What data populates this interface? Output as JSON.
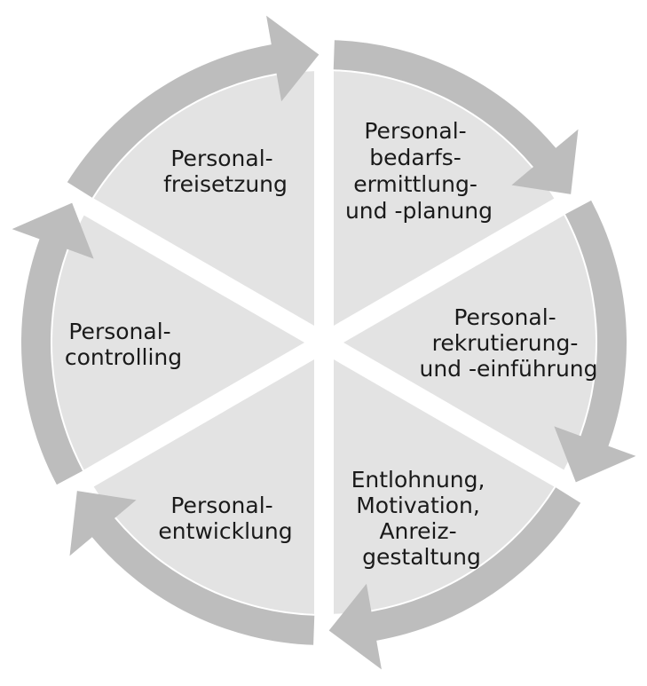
{
  "diagram": {
    "segments": [
      {
        "id": "bedarf",
        "lines": [
          "Personal-",
          "bedarfs-",
          "ermittlung-",
          "und -planung"
        ]
      },
      {
        "id": "rekrut",
        "lines": [
          "Personal-",
          "rekrutierung-",
          "und -einführung"
        ]
      },
      {
        "id": "lohn",
        "lines": [
          "Entlohnung,",
          "Motivation,",
          "Anreiz-",
          "gestaltung"
        ]
      },
      {
        "id": "entw",
        "lines": [
          "Personal-",
          "entwicklung"
        ]
      },
      {
        "id": "control",
        "lines": [
          "Personal-",
          "controlling"
        ]
      },
      {
        "id": "frei",
        "lines": [
          "Personal-",
          "freisetzung"
        ]
      }
    ],
    "colors": {
      "wedge": "#e3e3e3",
      "arrow": "#bdbdbd",
      "text": "#1a1a1a",
      "background": "#ffffff"
    }
  }
}
